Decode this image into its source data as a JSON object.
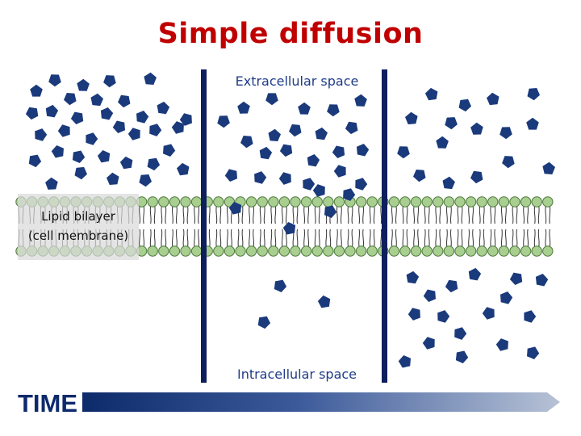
{
  "title": "Simple diffusion",
  "labels": {
    "extracellular": "Extracellular space",
    "intracellular": "Intracellular space",
    "membrane_line1": "Lipid bilayer",
    "membrane_line2": "(cell membrane)"
  },
  "footer": {
    "logo_text": "TIME"
  },
  "colors": {
    "title": "#c00000",
    "molecule": "#1a3a7c",
    "divider": "#0f1f5c",
    "lipid_head": "#a8cf8f",
    "lipid_head_stroke": "#4e7a3e",
    "lipid_tail": "#333333",
    "label_text": "#1f3c88",
    "footer_bar_start": "#0d2a6b",
    "footer_bar_end": "#b7c2d6"
  },
  "panels": [
    "before-diffusion",
    "during-diffusion",
    "equilibrium"
  ]
}
